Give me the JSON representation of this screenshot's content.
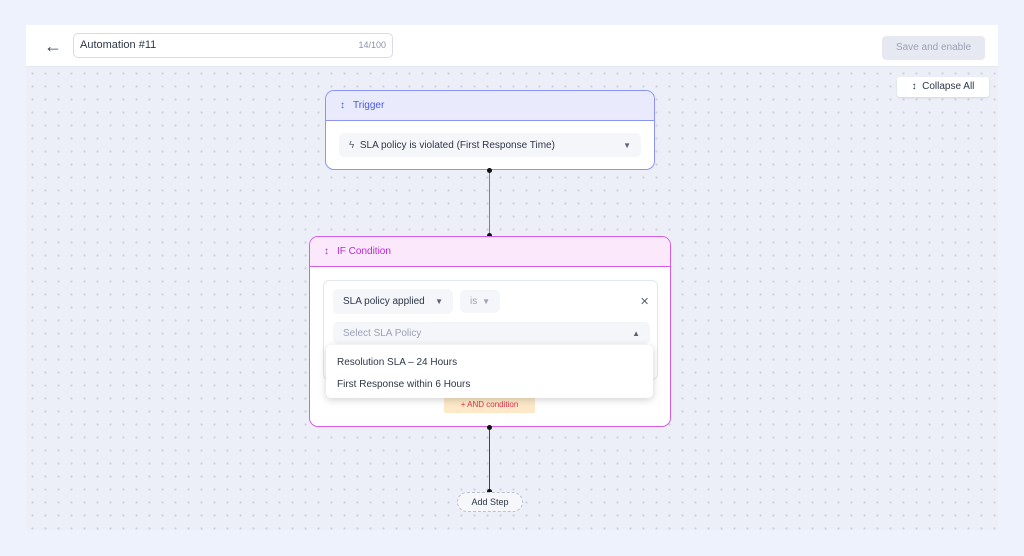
{
  "header": {
    "back_icon": "arrow-left-icon",
    "title": "Automation #11",
    "char_count": "14/100",
    "save_label": "Save and enable"
  },
  "canvas": {
    "collapse_all": "Collapse All"
  },
  "trigger": {
    "title": "Trigger",
    "event": "SLA policy is violated (First Response Time)",
    "event_icon": "lightning-icon"
  },
  "condition": {
    "title": "IF Condition",
    "field": "SLA policy applied",
    "operator": "is",
    "value_placeholder": "Select SLA Policy",
    "options": [
      "Resolution SLA – 24 Hours",
      "First Response within 6 Hours"
    ],
    "and_label": "+ AND condition"
  },
  "add_step": "Add Step",
  "colors": {
    "trigger": "#8b93f5",
    "condition": "#d55ee8",
    "and_text": "#e0324b",
    "and_bg": "#fde9c8"
  }
}
